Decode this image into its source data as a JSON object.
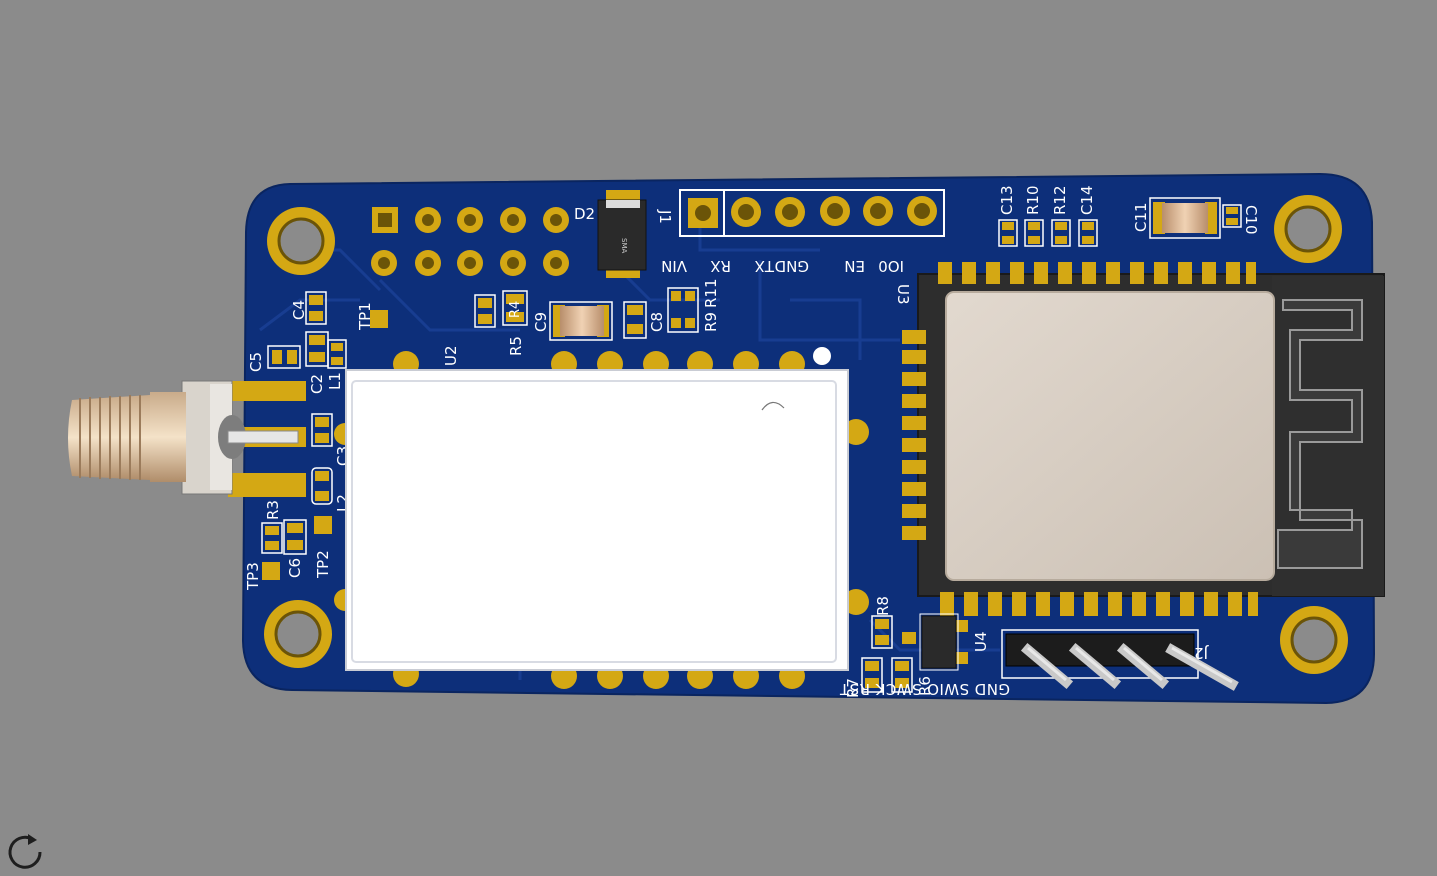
{
  "viewer": {
    "background_color": "#8b8b8b",
    "refresh_icon": "refresh-icon"
  },
  "board": {
    "pcb_color": "#0d2f7a",
    "pad_color": "#d4a814",
    "silk_color": "#ffffff"
  },
  "labels": {
    "d2": "D2",
    "sma": "SMA",
    "j1": "J1",
    "vin": "VIN",
    "rx": "RX",
    "tx": "TX",
    "gnd": "GND",
    "en": "EN",
    "io0": "IO0",
    "c13": "C13",
    "r10": "R10",
    "r12": "R12",
    "c14": "C14",
    "c11": "C11",
    "c10": "C10",
    "c4": "C4",
    "tp1": "TP1",
    "c5": "C5",
    "c2": "C2",
    "l1": "L1",
    "c3": "C3",
    "l2": "L2",
    "r3": "R3",
    "c6": "C6",
    "tp2": "TP2",
    "tp3": "TP3",
    "u2": "U2",
    "r5": "R5",
    "c9": "C9",
    "r4": "R4",
    "c8": "C8",
    "r9": "R9",
    "r11": "R11",
    "u3": "U3",
    "r8": "R8",
    "u4": "U4",
    "r7": "R7",
    "r6": "R6",
    "j2": "J2",
    "swd_pins": "GND SWIO SWCK RST"
  }
}
